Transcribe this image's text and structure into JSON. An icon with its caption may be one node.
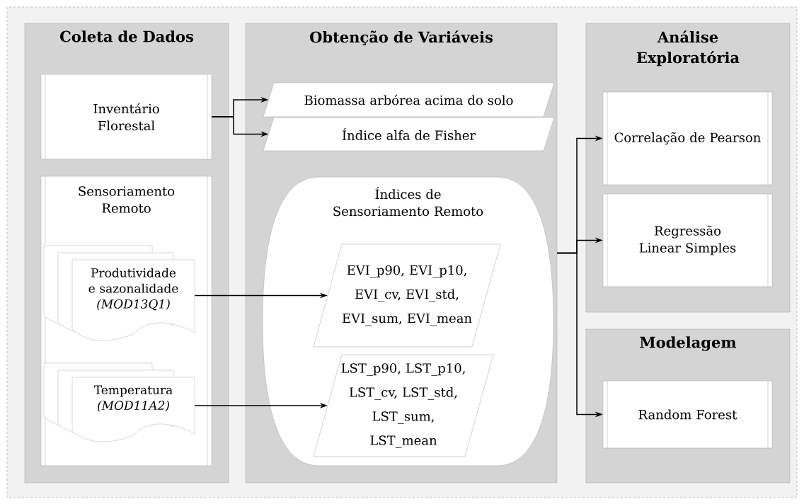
{
  "diagram": {
    "nodes": [
      {
        "text": [
          "Coleta de Dados"
        ]
      },
      {
        "text": [
          "Inventário Florestal"
        ],
        "in": 0
      },
      {
        "text": [
          "Sensoriamento Remoto"
        ],
        "in": 0
      },
      {
        "text": [
          "Produtividade e sazonalidade *(MOD13Q1)*"
        ],
        "in": 2
      },
      {
        "text": [
          "Temperatura *(MOD11A2)*"
        ],
        "in": 2
      },
      {
        "text": [
          "Obtenção de Variáveis"
        ]
      },
      {
        "text": [
          "Biomassa arbórea acima do solo"
        ],
        "in": 5
      },
      {
        "text": [
          "Índice alfa de Fisher"
        ],
        "in": 5
      },
      {
        "text": [
          "Índices de Sensoriamento Remoto"
        ],
        "in": 5
      },
      {
        "text": [
          "EVI_p90, EVI_p10, EVI_cv, EVI_std, EVI_sum, EVI_mean"
        ],
        "in": 8
      },
      {
        "text": [
          "LST_p90, LST_p10, LST_cv, LST_std, LST_sum, LST_mean"
        ],
        "in": 8
      },
      {
        "text": [
          "Análise Exploratória"
        ]
      },
      {
        "text": [
          "Correlação de Pearson"
        ],
        "in": 11
      },
      {
        "text": [
          "Regressão Linear Simples"
        ],
        "in": 11
      },
      {
        "text": [
          "Modelagem"
        ]
      },
      {
        "text": [
          "Random Forest"
        ],
        "in": 14
      }
    ],
    "edges": [
      {
        "from": 1,
        "to": 6,
        "arrow": "to"
      },
      {
        "from": 1,
        "to": 7,
        "arrow": "to"
      },
      {
        "from": 3,
        "to": 9,
        "arrow": "to"
      },
      {
        "from": 4,
        "to": 10,
        "arrow": "to"
      },
      {
        "from": 5,
        "to": 12,
        "arrow": "to"
      },
      {
        "from": 5,
        "to": 13,
        "arrow": "to"
      },
      {
        "from": 5,
        "to": 15,
        "arrow": "to"
      }
    ]
  }
}
